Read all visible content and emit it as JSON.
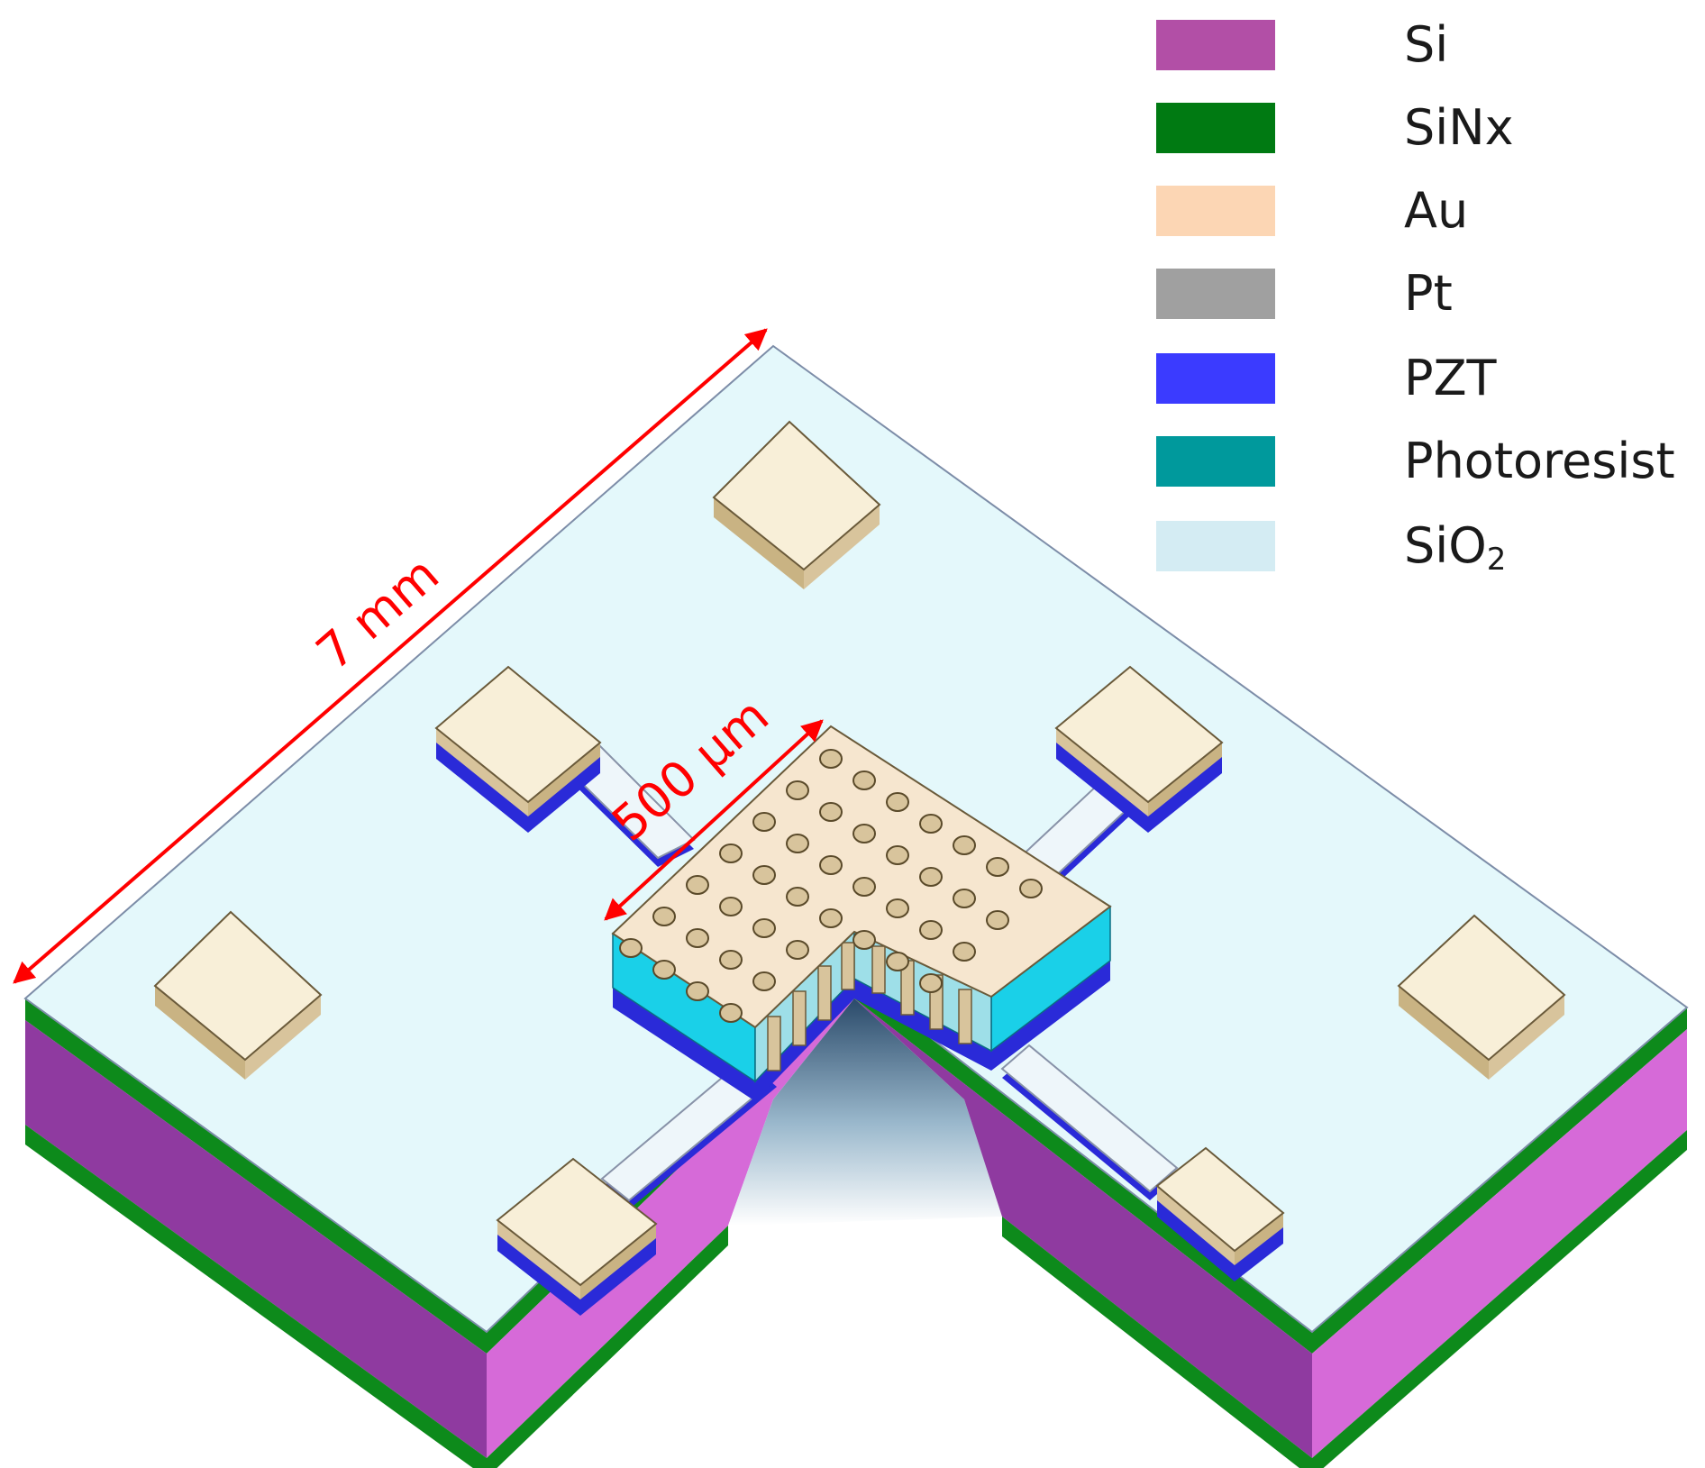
{
  "legend": {
    "items": [
      {
        "label": "Si",
        "sub": "",
        "color": "#b24fa6"
      },
      {
        "label": "SiNx",
        "sub": "",
        "color": "#007a12"
      },
      {
        "label": "Au",
        "sub": "",
        "color": "#fcd6b4"
      },
      {
        "label": "Pt",
        "sub": "",
        "color": "#a0a0a0"
      },
      {
        "label": "PZT",
        "sub": "",
        "color": "#3b3bff"
      },
      {
        "label": "Photoresist",
        "sub": "",
        "color": "#00999c"
      },
      {
        "label": "SiO",
        "sub": "2",
        "color": "#d4ecf3"
      }
    ]
  },
  "dimensions": {
    "chip_size": "7 mm",
    "plate_size": "500 µm"
  },
  "colors": {
    "surface": "#e4f8fb",
    "pad_top": "#f8efd8",
    "pad_side": "#d8c49c",
    "pad_side_dark": "#c9b383",
    "si_front": "#d66ad8",
    "si_dark": "#8f3aa0",
    "sinx": "#0d8a1b",
    "pzt": "#2a2ad8",
    "photoresist": "#1ad0e8",
    "arrow": "#ff0000"
  }
}
